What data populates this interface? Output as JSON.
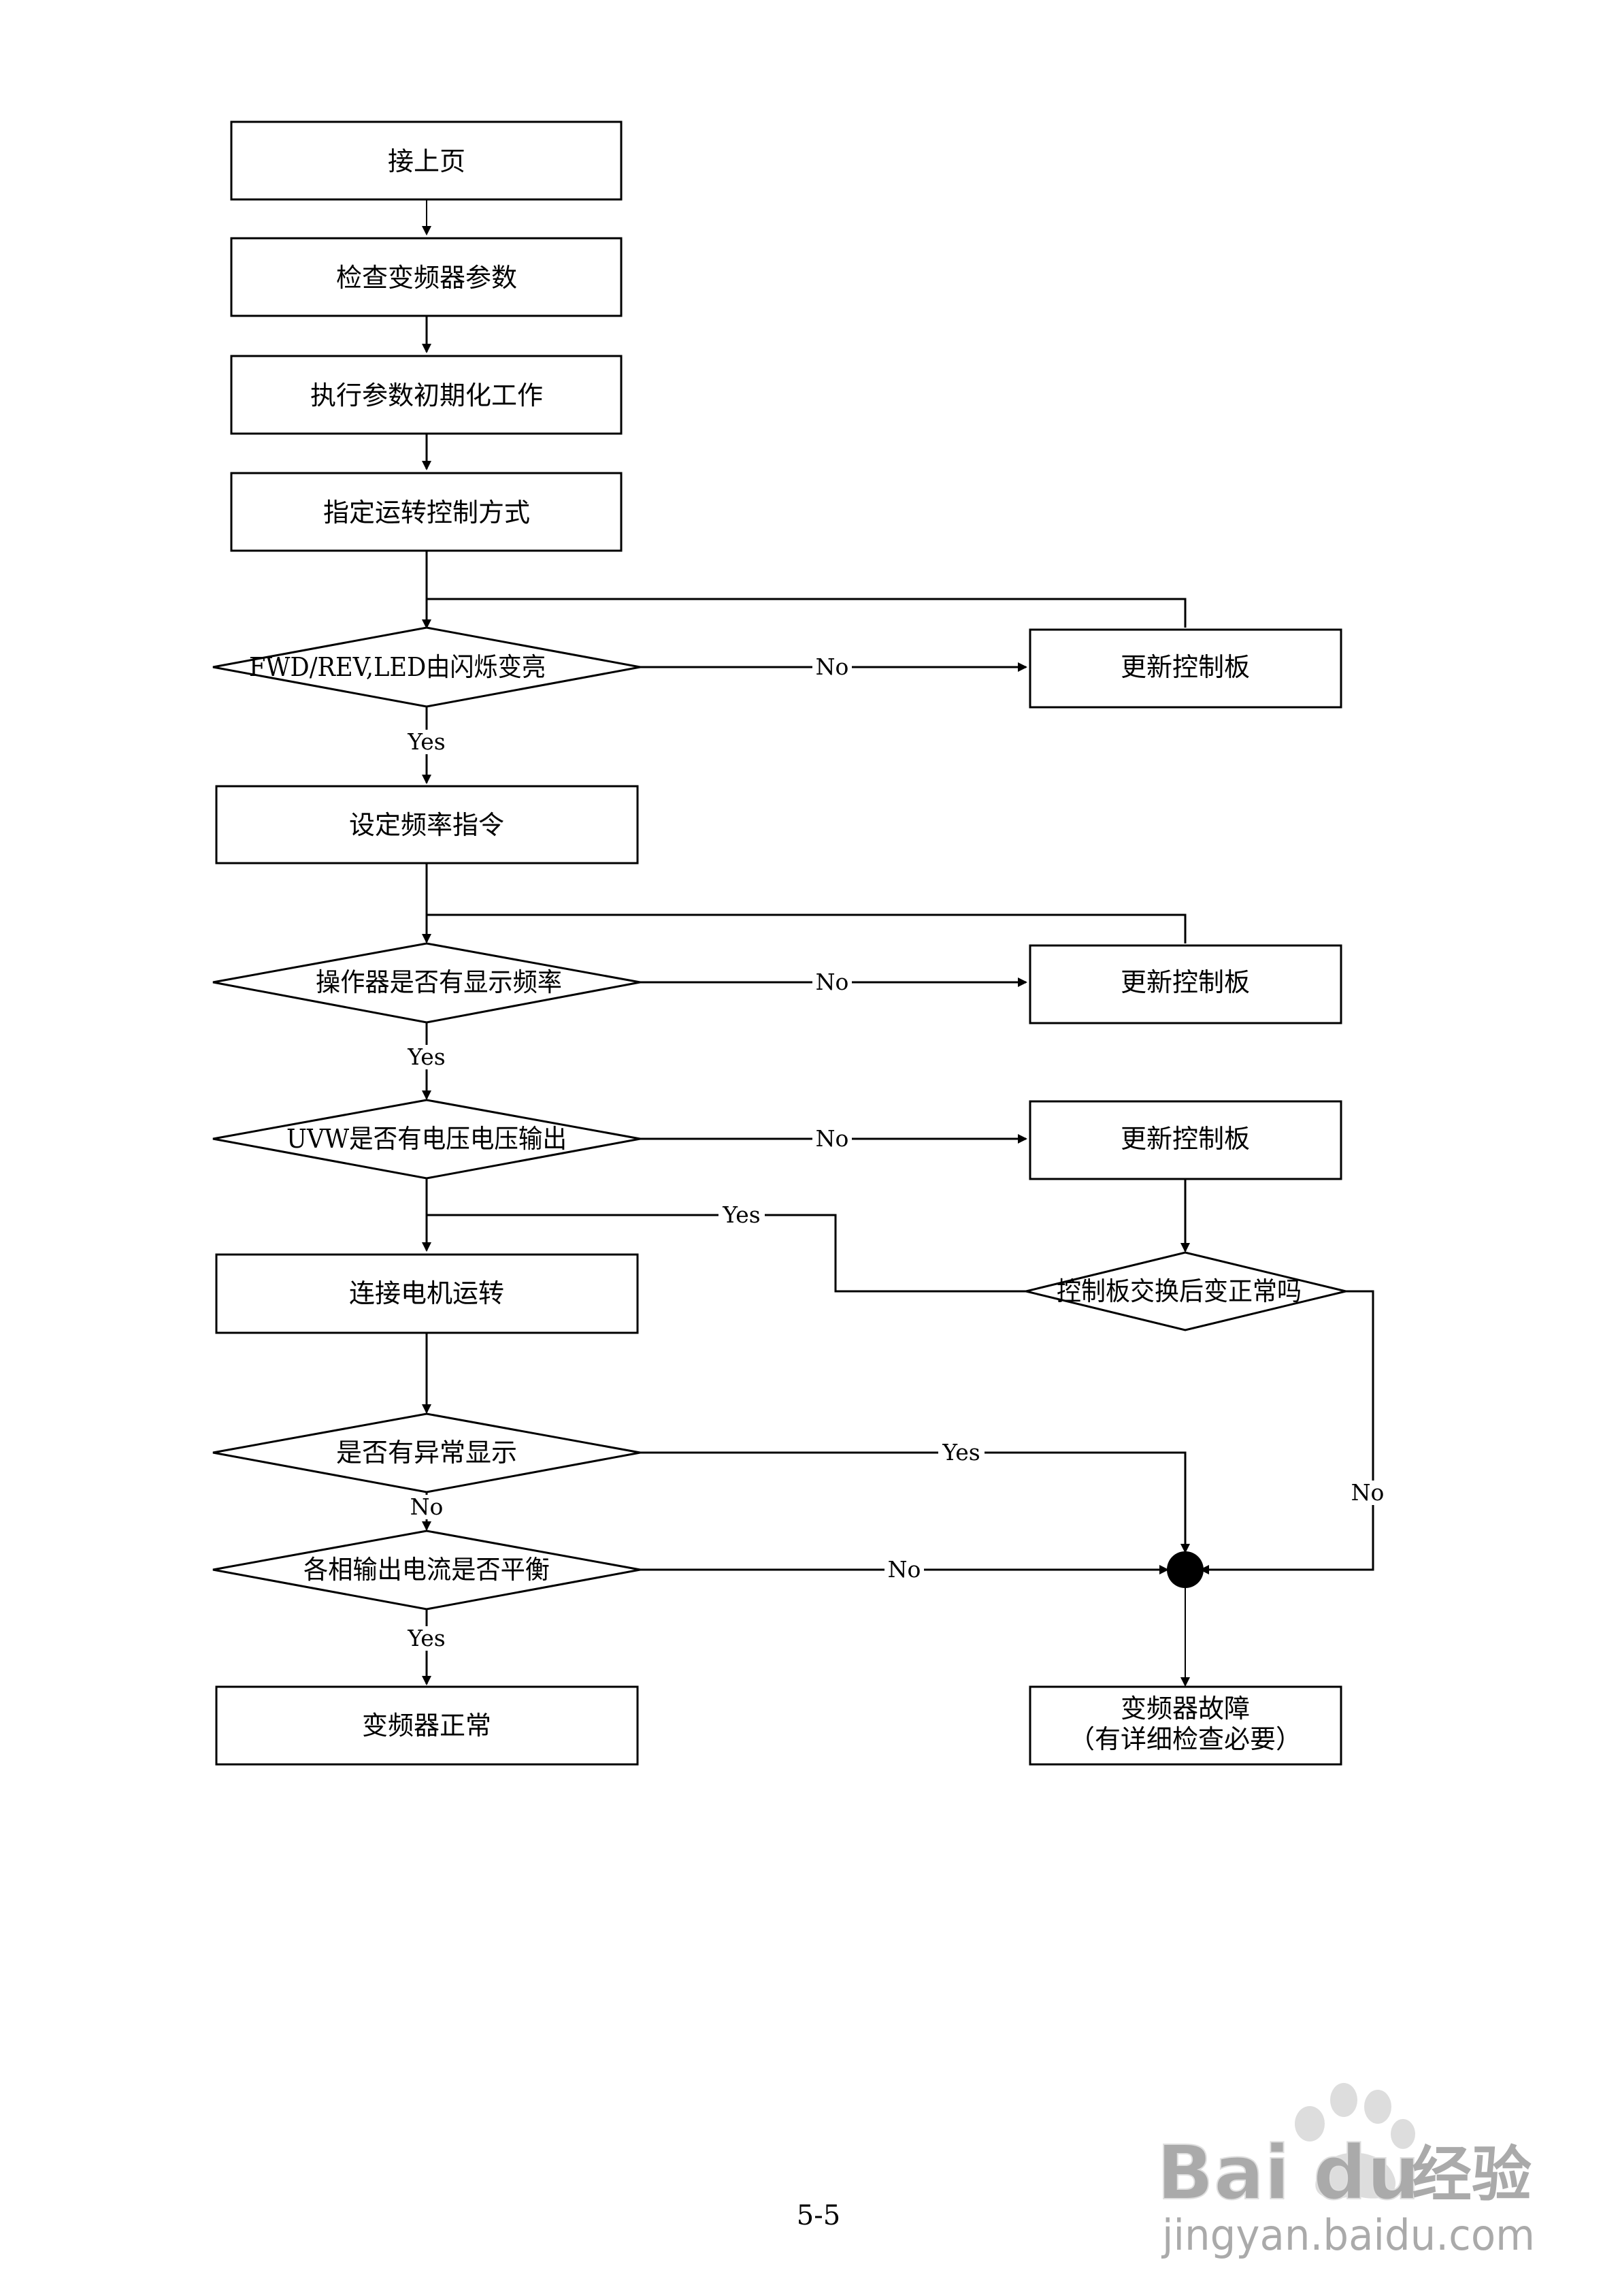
{
  "flowchart": {
    "nodes": {
      "start": "接上页",
      "check_params": "检查变频器参数",
      "init_params": "执行参数初期化工作",
      "set_control_mode": "指定运转控制方式",
      "q_led_change": "FWD/REV,LED由闪烁变亮",
      "update_board_1": "更新控制板",
      "set_freq_cmd": "设定频率指令",
      "q_freq_display": "操作器是否有显示频率",
      "update_board_2": "更新控制板",
      "q_uvw_output": "UVW是否有电压电压输出",
      "update_board_3": "更新控制板",
      "q_board_swap_ok": "控制板交换后变正常吗",
      "connect_motor": "连接电机运转",
      "q_abnormal_display": "是否有异常显示",
      "q_current_balance": "各相输出电流是否平衡",
      "inverter_ok": "变频器正常",
      "inverter_fault_line1": "变频器故障",
      "inverter_fault_line2": "（有详细检查必要）"
    },
    "edge_labels": {
      "led_no": "No",
      "led_yes": "Yes",
      "freq_no": "No",
      "freq_yes": "Yes",
      "uvw_no": "No",
      "swap_yes": "Yes",
      "swap_no": "No",
      "abnormal_yes": "Yes",
      "abnormal_no": "No",
      "balance_no": "No",
      "balance_yes": "Yes"
    }
  },
  "page_number": "5-5",
  "watermark": {
    "brand": "Bai",
    "brand_tail": "du",
    "product": "经验",
    "url": "jingyan.baidu.com"
  }
}
